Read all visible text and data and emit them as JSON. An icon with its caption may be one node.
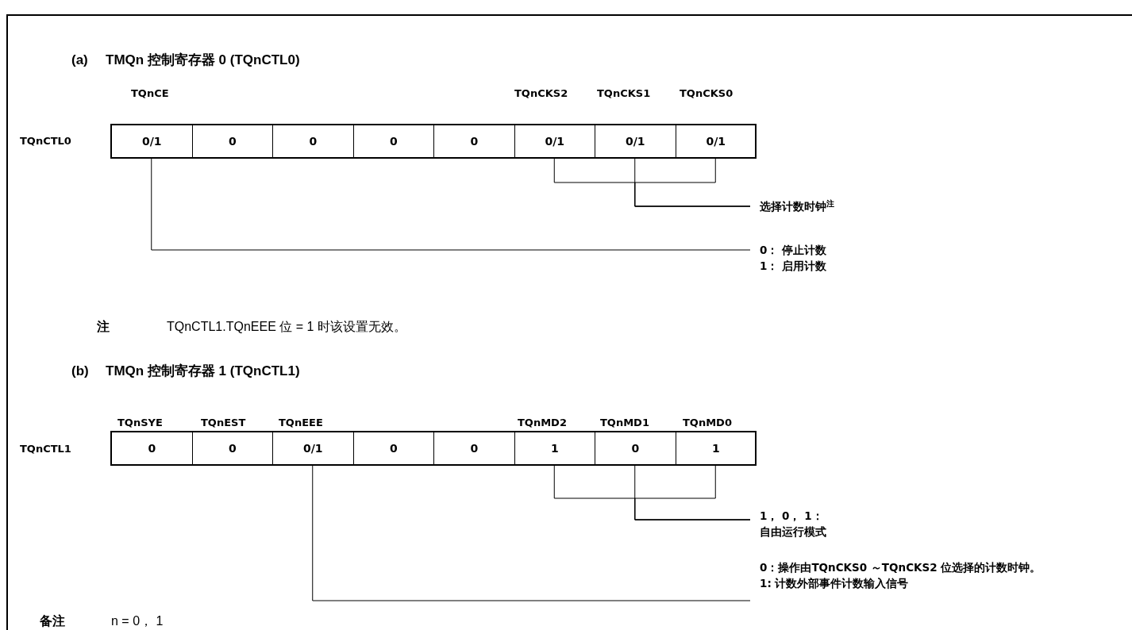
{
  "diagram": {
    "nodes": [
      {
        "text": [
          "0/1"
        ]
      },
      {
        "text": [
          "0"
        ]
      },
      {
        "text": [
          "0"
        ]
      },
      {
        "text": [
          "0"
        ]
      },
      {
        "text": [
          "0"
        ]
      },
      {
        "text": [
          "0/1"
        ]
      },
      {
        "text": [
          "0/1"
        ]
      },
      {
        "text": [
          "0/1"
        ]
      },
      {
        "text": [
          "选择计数时钟$^{注}$"
        ]
      },
      {
        "text": [
          "0：  停止计数",
          "1：  启用计数"
        ]
      },
      {
        "text": [
          "0"
        ]
      },
      {
        "text": [
          "0"
        ]
      },
      {
        "text": [
          "0/1"
        ]
      },
      {
        "text": [
          "0"
        ]
      },
      {
        "text": [
          "0"
        ]
      },
      {
        "text": [
          "1"
        ]
      },
      {
        "text": [
          "0"
        ]
      },
      {
        "text": [
          "1"
        ]
      },
      {
        "text": [
          "1， 0， 1：",
          "自由运行模式"
        ]
      },
      {
        "text": [
          "0：操作由TQnCKS0 ～TQnCKS2 位选择的计数时钟。",
          "1: 计数外部事件计数输入信号"
        ]
      }
    ],
    "edges": [
      {
        "from": 5,
        "to": 8,
        "arrow": "none"
      },
      {
        "from": 6,
        "to": 8,
        "arrow": "none"
      },
      {
        "from": 7,
        "to": 8,
        "arrow": "none"
      },
      {
        "from": 0,
        "to": 9,
        "arrow": "none"
      },
      {
        "from": 15,
        "to": 18,
        "arrow": "none"
      },
      {
        "from": 16,
        "to": 18,
        "arrow": "none"
      },
      {
        "from": 17,
        "to": 18,
        "arrow": "none"
      },
      {
        "from": 12,
        "to": 19,
        "arrow": "none"
      }
    ],
    "labels": [
      "(a)",
      "TMQn 控制寄存器 0 (TQnCTL0)",
      "TQnCE",
      "TQnCKS2",
      "TQnCKS1",
      "TQnCKS0",
      "TQnCTL0",
      "注",
      "TQnCTL1.TQnEEE 位 = 1 时该设置无效。",
      "(b)",
      "TMQn 控制寄存器 1 (TQnCTL1)",
      "TQnSYE",
      "TQnEST",
      "TQnEEE",
      "TQnMD2",
      "TQnMD1",
      "TQnMD0",
      "TQnCTL1",
      "备注",
      "n = 0， 1"
    ]
  }
}
